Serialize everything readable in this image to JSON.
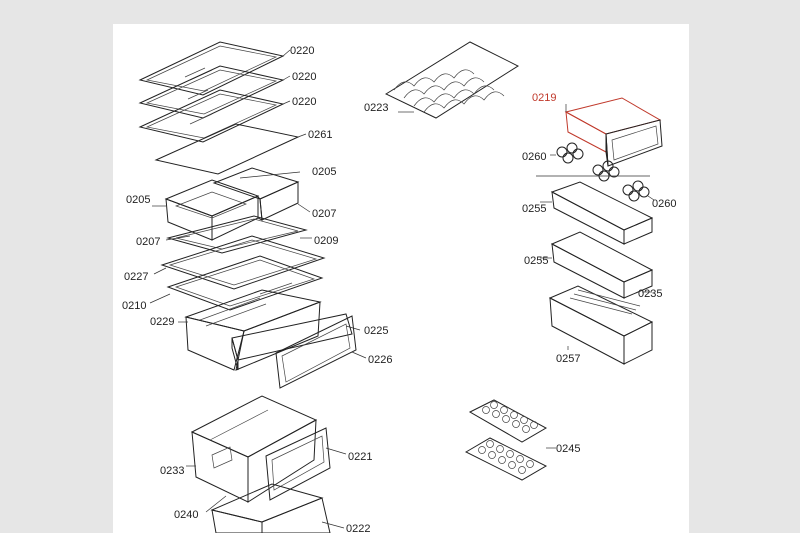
{
  "diagram": {
    "highlight_color": "#c0392b",
    "labels": {
      "p0220a": "0220",
      "p0220b": "0220",
      "p0220c": "0220",
      "p0261": "0261",
      "p0205r": "0205",
      "p0205l": "0205",
      "p0207r": "0207",
      "p0207l": "0207",
      "p0209": "0209",
      "p0227": "0227",
      "p0210": "0210",
      "p0229": "0229",
      "p0225": "0225",
      "p0226": "0226",
      "p0233": "0233",
      "p0221": "0221",
      "p0240": "0240",
      "p0222": "0222",
      "p0223": "0223",
      "p0219": "0219",
      "p0260a": "0260",
      "p0260b": "0260",
      "p0255a": "0255",
      "p0255b": "0255",
      "p0235": "0235",
      "p0257": "0257",
      "p0245": "0245"
    }
  }
}
